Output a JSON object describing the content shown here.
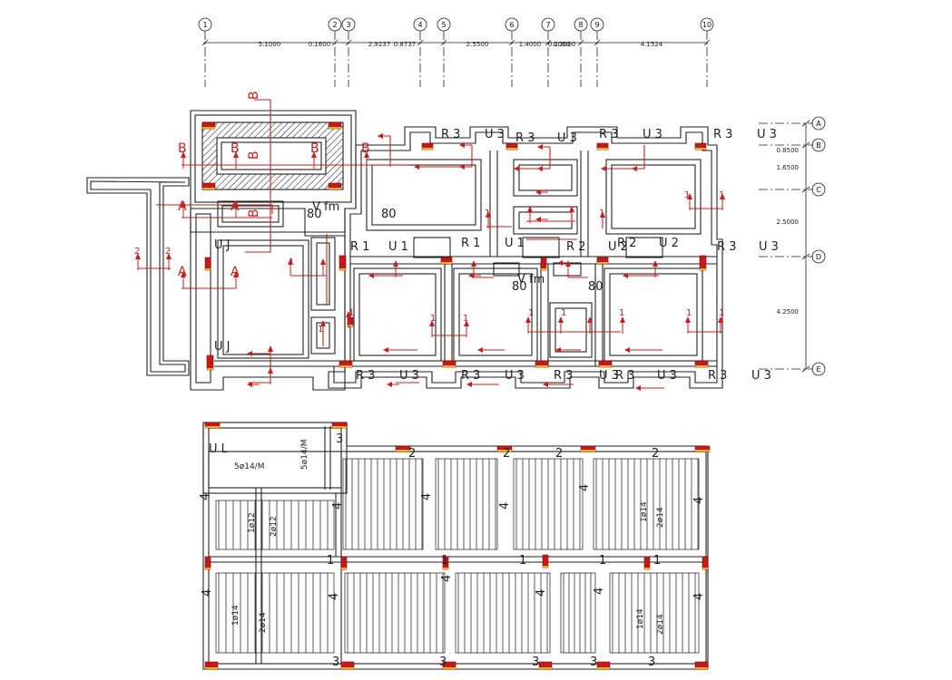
{
  "drawing": {
    "grid_top": [
      "1",
      "2",
      "3",
      "4",
      "5",
      "6",
      "7",
      "8",
      "9",
      "10"
    ],
    "grid_right": [
      "A",
      "B",
      "C",
      "D",
      "E"
    ],
    "dims_top": [
      "5.1000",
      "0.1600",
      "2.9237",
      "0.8737",
      "2.5500",
      "1.4000",
      "0.2000",
      "0.2000",
      "4.1524"
    ],
    "dims_right": [
      "0.8500",
      "1.6500",
      "2.5000",
      "4.2500"
    ],
    "labels_R3U3": [
      "R 3",
      "U 3",
      "R 3",
      "U 3",
      "R 3",
      "U 3",
      "R 3",
      "U 3"
    ],
    "labels_R3U3_bottom": [
      "R 3",
      "U 3",
      "R 3",
      "U 3",
      "R 3",
      "U 3",
      "R 3",
      "U 3",
      "R 3",
      "U 3"
    ],
    "labels_R1U1": [
      "R 1",
      "U 1",
      "R 1",
      "U 1"
    ],
    "labels_mid": [
      "R 2",
      "U 2",
      "R 2",
      "U 2",
      "R 3",
      "U 3"
    ],
    "labels_UJ": [
      "U J",
      "U J"
    ],
    "labels_80": [
      "80",
      "80",
      "80",
      "80"
    ],
    "labels_vfm": [
      "V fm",
      "V fm"
    ],
    "section_letters": [
      "A",
      "A",
      "A",
      "A",
      "B",
      "B",
      "B",
      "B",
      "B",
      "B",
      "B"
    ],
    "section_numbers": [
      "1",
      "2"
    ],
    "plan2": {
      "UL": "U L",
      "bar_5014_h": "5ø14/M",
      "bar_5014_v": "5ø14/M",
      "bar_1012": "1ø12",
      "bar_2012": "2ø12",
      "bar_1014": "1ø14",
      "bar_2014": "2ø14",
      "marks": [
        "1",
        "2",
        "3",
        "4"
      ]
    }
  },
  "colors": {
    "ink": "#1a1a1a",
    "red": "#c81e1e",
    "column_fill": "#c41a1a",
    "column_accent": "#e8b020"
  }
}
